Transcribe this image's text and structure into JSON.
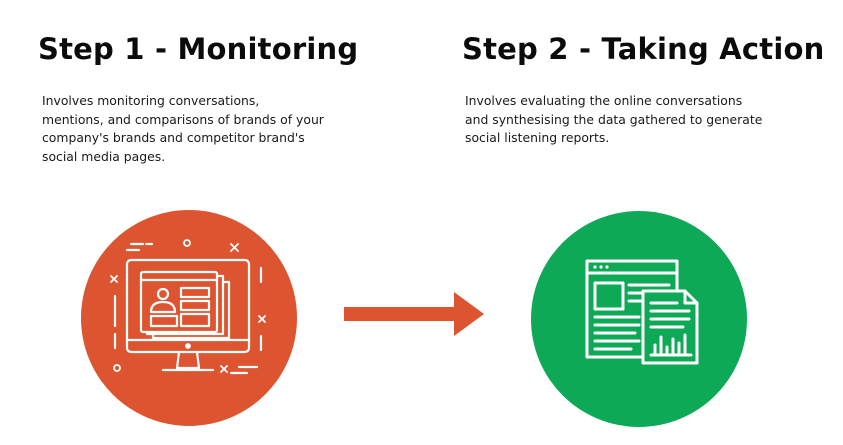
{
  "steps": [
    {
      "title": "Step 1 - Monitoring",
      "description_lines": [
        "Involves monitoring conversations,",
        "mentions, and comparisons of brands of your",
        "company's brands and competitor brand's",
        "social media pages."
      ],
      "icon": "monitor-dashboard-icon",
      "color": "#DC5530"
    },
    {
      "title": "Step 2 - Taking Action",
      "description_lines": [
        "Involves evaluating the online conversations",
        "and synthesising the data gathered to generate",
        "social listening reports."
      ],
      "icon": "report-documents-icon",
      "color": "#0DA956"
    }
  ],
  "connector": {
    "icon": "arrow-right-icon",
    "color": "#DC5530"
  }
}
